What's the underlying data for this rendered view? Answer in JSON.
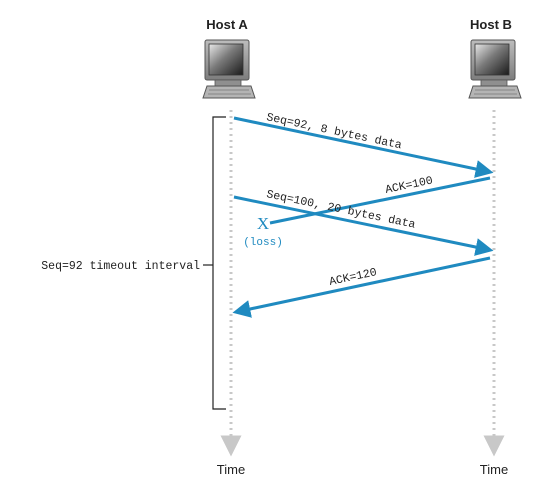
{
  "hosts": {
    "a": {
      "label": "Host A"
    },
    "b": {
      "label": "Host B"
    }
  },
  "time": {
    "left": "Time",
    "right": "Time"
  },
  "messages": {
    "seq92": "Seq=92, 8 bytes data",
    "ack100": "ACK=100",
    "seq100": "Seq=100, 20 bytes data",
    "ack120": "ACK=120"
  },
  "loss": {
    "mark": "X",
    "label": "(loss)"
  },
  "timeout": {
    "label": "Seq=92 timeout interval"
  },
  "colors": {
    "arrow": "#1f8ac0",
    "timeline": "#c8c8c8",
    "bracket": "#222222"
  },
  "icons": {
    "host": "computer-icon"
  }
}
